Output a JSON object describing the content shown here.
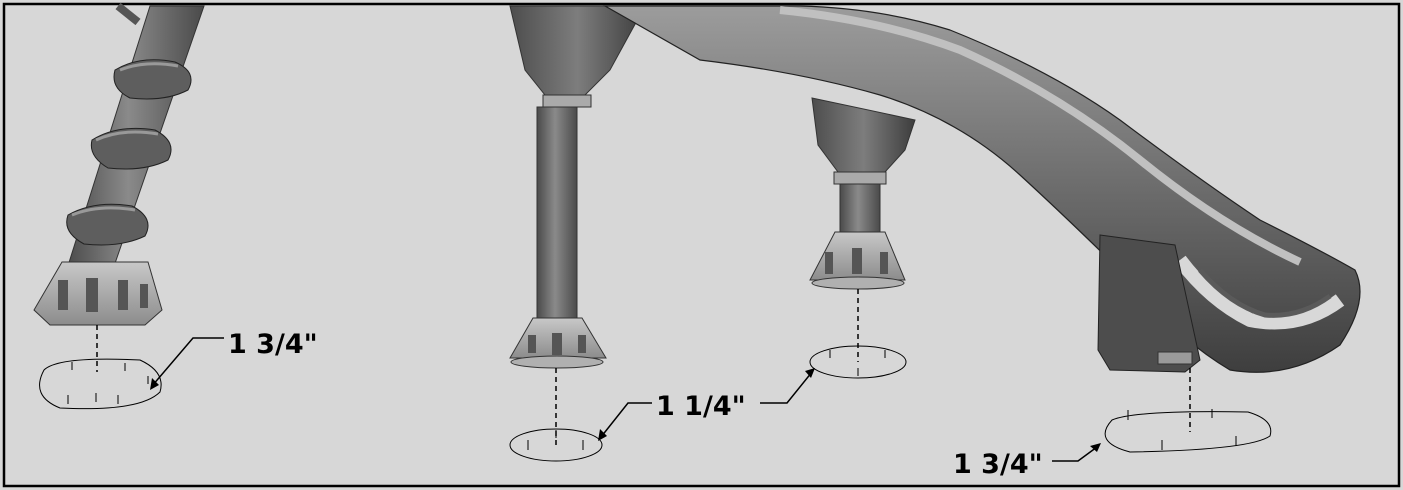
{
  "diagram": {
    "colors": {
      "background": "#d7d7d7",
      "frame": "#000000",
      "part_dark": "#4a4a4a",
      "part_mid": "#7a7a7a",
      "part_light": "#b5b5b5",
      "footprint_outline": "#000000"
    },
    "components": [
      "spiral-ladder",
      "support-post-front",
      "support-post-rear",
      "wave-slide"
    ],
    "dimensions": {
      "ladder_footing": "1 3/4\"",
      "post_footing": "1 1/4\"",
      "slide_footing": "1 3/4\""
    }
  }
}
